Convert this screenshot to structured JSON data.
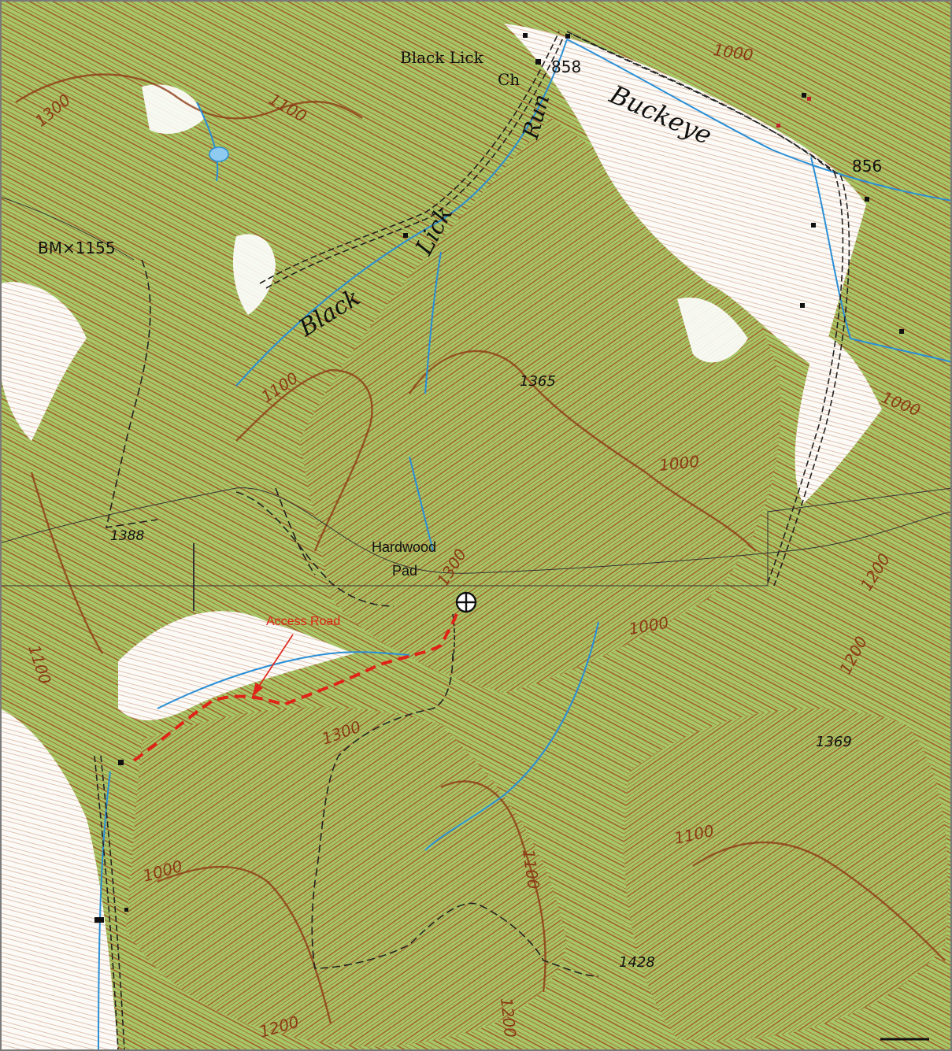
{
  "place_labels": {
    "church_line1": "Black Lick",
    "church_line2": "Ch"
  },
  "streams": {
    "black": "Black",
    "lick": "Lick",
    "run": "Run",
    "buckeye": "Buckeye"
  },
  "spot_elevations": {
    "e858": "858",
    "e856": "856",
    "bm": "BM×1155",
    "e1365": "1365",
    "e1388": "1388",
    "e1369": "1369",
    "e1428": "1428"
  },
  "contour_labels": {
    "c1000_top": "1000",
    "c1100_top": "1100",
    "c1300_nw": "1300",
    "c1100_mid": "1100",
    "c1000_east": "1000",
    "c1300_pad": "1300",
    "c1000_mid": "1000",
    "c1000_right": "1000",
    "c1200_right": "1200",
    "c1100_west": "1100",
    "c1300_south": "1300",
    "c1200_far_right": "1200",
    "c1100_se": "1100",
    "c1100_south": "1100",
    "c1000_sw": "1000",
    "c1200_bottom": "1200",
    "c1200_bottom_mid": "1200"
  },
  "site": {
    "name_line1": "Hardwood",
    "name_line2": "Pad"
  },
  "annotation": {
    "access_road": "Access Road",
    "color": "#e02318"
  },
  "colors": {
    "forest": "#a6c867",
    "open": "#ffffff",
    "contour": "#a0461e",
    "water": "#2a8fd6",
    "road": "#222222"
  }
}
